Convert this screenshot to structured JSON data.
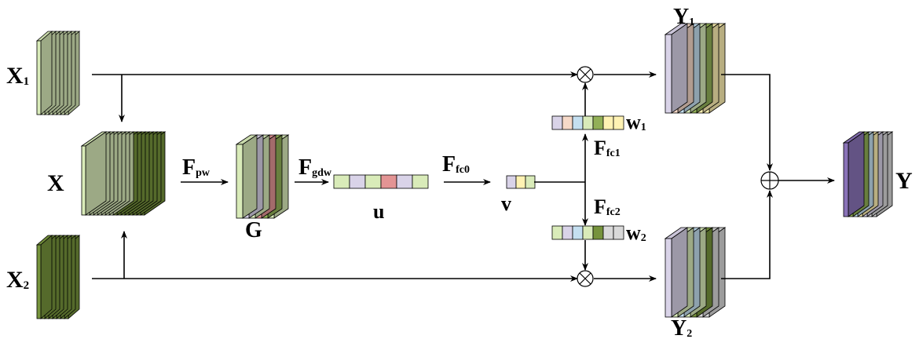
{
  "labels": {
    "x1_main": "X",
    "x1_sub": "1",
    "x2_main": "X",
    "x2_sub": "2",
    "x": "X",
    "fpw_main": "F",
    "fpw_sub": "pw",
    "g": "G",
    "fgdw_main": "F",
    "fgdw_sub": "gdw",
    "u": "u",
    "ffc0_main": "F",
    "ffc0_sub": "fc0",
    "v": "v",
    "ffc1_main": "F",
    "ffc1_sub": "fc1",
    "ffc2_main": "F",
    "ffc2_sub": "fc2",
    "w1_main": "w",
    "w1_sub": "1",
    "w2_main": "w",
    "w2_sub": "2",
    "y1_main": "Y",
    "y1_sub": "1",
    "y2_main": "Y",
    "y2_sub": "2",
    "y": "Y"
  },
  "operators": {
    "multiply": "⊗",
    "add": "⊕"
  },
  "colors": {
    "light_green": "#d9ebb9",
    "dark_green": "#76933c",
    "lavender": "#d9d3e8",
    "peach": "#f6d9c8",
    "yellow": "#fff2b3",
    "light_blue": "#c4dff0",
    "pink_red": "#e39494",
    "mid_green": "#92b057",
    "gray": "#d9d9d9",
    "purple": "#8a73b8"
  }
}
